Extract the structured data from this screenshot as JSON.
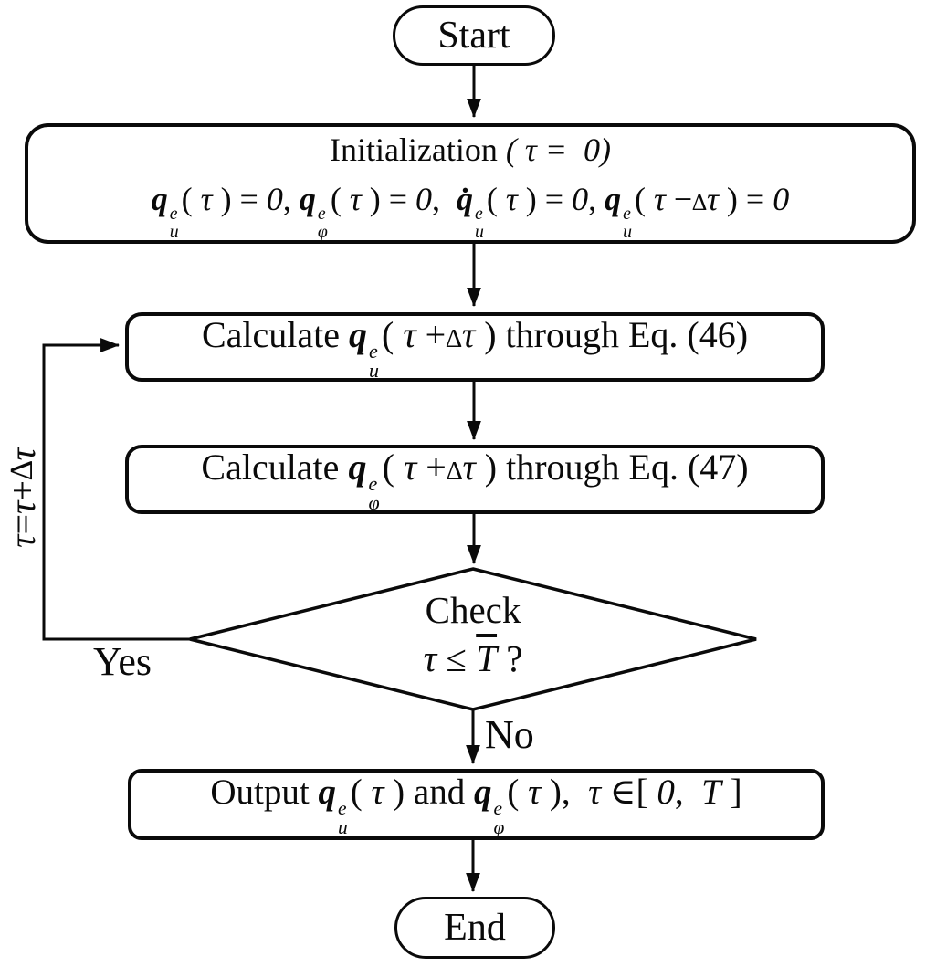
{
  "colors": {
    "ink": "#0a0a0a",
    "background": "#ffffff"
  },
  "flowchart": {
    "start": {
      "label": "Start"
    },
    "initialization": {
      "line1_html": "Initialization <i>( τ =&nbsp; 0)</i>",
      "line2_html": "<span class='bq'>q</span><span class='stk'><span>e</span><span>u</span></span>( <i>τ</i> ) = <i>0</i>, <span class='bq'>q</span><span class='stk'><span>e</span><span>φ</span></span>( <i>τ</i> ) = <i>0</i>,&nbsp; <span class='bq'>q̇</span><span class='stk'><span>e</span><span>u</span></span>( <i>τ</i> ) = <i>0</i>, <span class='bq'>q</span><span class='stk'><span>e</span><span>u</span></span>( <i>τ</i> −<span class='dlt'>∆</span><i>τ</i> ) = <i>0</i>"
    },
    "calc_u": {
      "html": "Calculate <span class='bq'>q</span><span class='stk'><span>e</span><span>u</span></span>( <i>τ</i> +<span class='dlt'>∆</span><i>τ</i> ) through Eq. (46)"
    },
    "calc_phi": {
      "html": "Calculate <span class='bq'>q</span><span class='stk'><span>e</span><span>φ</span></span>( <i>τ</i> +<span class='dlt'>∆</span><i>τ</i> ) through Eq. (47)"
    },
    "check": {
      "line1": "Check",
      "line2_html": "<i>τ</i> ≤ <i class='ovl'>T</i> ?"
    },
    "yes_label": "Yes",
    "no_label": "No",
    "loop_label_html": "<i>τ</i> = <i>τ</i> + <span class='dlt2'>∆</span><i>τ</i>",
    "output": {
      "html": "Output <span class='bq'>q</span><span class='stk'><span>e</span><span>u</span></span>( <i>τ</i> ) and <span class='bq'>q</span><span class='stk'><span>e</span><span>φ</span></span>( <i>τ</i> ),&nbsp; <i>τ</i> ∈[ <i>0</i>,&nbsp; <i class='ovl'>T</i> ]"
    },
    "end": {
      "label": "End"
    }
  }
}
